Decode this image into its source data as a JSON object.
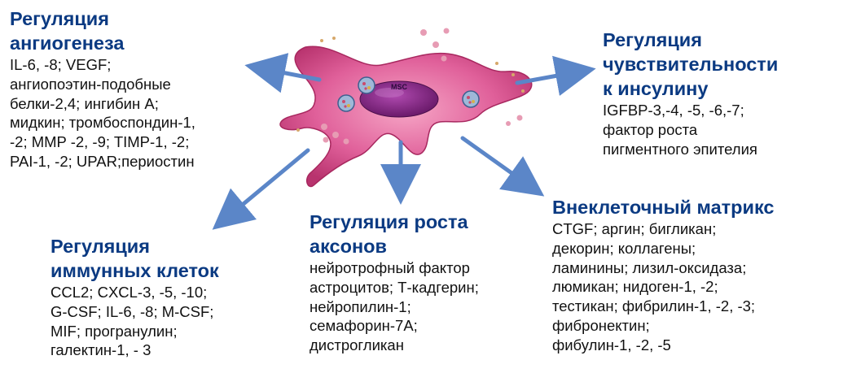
{
  "cell": {
    "label": "MSC"
  },
  "colors": {
    "heading": "#0b3a82",
    "text": "#111111",
    "arrow": "#5b86c8",
    "cell_body": "#e0609a",
    "nucleus": "#8a2a8a",
    "vesicle": "#9fb8d8",
    "particle": "#e79cb4"
  },
  "blocks": {
    "angio": {
      "title": [
        "Регуляция",
        "ангиогенеза"
      ],
      "lines": [
        "IL-6, -8; VEGF;",
        "ангиопоэтин-подобные",
        "белки-2,4; ингибин А;",
        "мидкин; тромбоспондин-1,",
        "-2; MMP -2, -9; TIMP-1, -2;",
        "PAI-1, -2; UPAR;периостин"
      ]
    },
    "insulin": {
      "title": [
        "Регуляция",
        "чувствительности",
        "к инсулину"
      ],
      "lines": [
        "IGFBP-3,-4, -5, -6,-7;",
        "фактор роста",
        "пигментного эпителия"
      ]
    },
    "immune": {
      "title": [
        "Регуляция",
        "иммунных клеток"
      ],
      "lines": [
        "CCL2; CXCL-3, -5, -10;",
        "G-CSF; IL-6, -8; M-CSF;",
        "MIF; програнулин;",
        "галектин-1, - 3"
      ]
    },
    "axon": {
      "title": [
        "Регуляция роста",
        "аксонов"
      ],
      "lines": [
        "нейротрофный фактор",
        "астроцитов; Т-кадгерин;",
        "нейропилин-1;",
        "семафорин-7А;",
        "дистрогликан"
      ]
    },
    "ecm": {
      "title": [
        "Внеклеточный матрикс"
      ],
      "lines": [
        "CTGF; аргин; бигликан;",
        "декорин; коллагены;",
        "ламинины; лизил-оксидаза;",
        "люмикан; нидоген-1, -2;",
        "тестикан; фибрилин-1, -2, -3;",
        "фибронектин;",
        "фибулин-1, -2, -5"
      ]
    }
  }
}
